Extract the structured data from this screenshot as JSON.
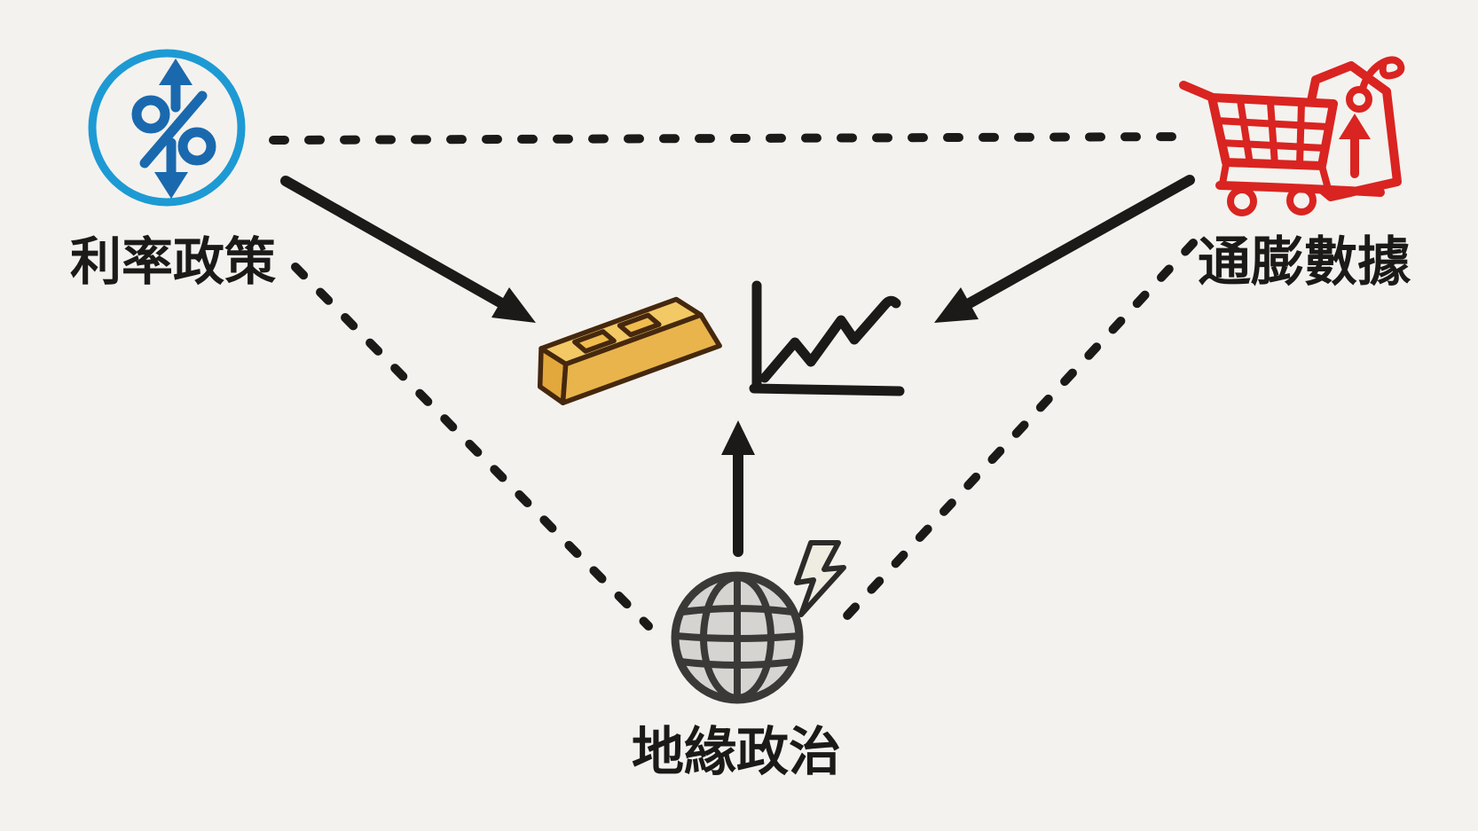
{
  "diagram": {
    "nodes": {
      "interest_rate": {
        "label": "利率政策",
        "icon": "percent-up-down-circle-icon",
        "position": "top-left"
      },
      "inflation": {
        "label": "通膨數據",
        "icon": "shopping-cart-price-tag-icon",
        "position": "top-right"
      },
      "geopolitics": {
        "label": "地緣政治",
        "icon": "globe-lightning-icon",
        "position": "bottom-center"
      },
      "gold_price": {
        "label": "",
        "icon": "gold-bar-and-rising-chart-icon",
        "position": "center"
      }
    },
    "edges": [
      {
        "from": "interest_rate",
        "to": "gold_price",
        "style": "solid-arrow"
      },
      {
        "from": "inflation",
        "to": "gold_price",
        "style": "solid-arrow"
      },
      {
        "from": "geopolitics",
        "to": "gold_price",
        "style": "solid-arrow"
      },
      {
        "from": "interest_rate",
        "to": "inflation",
        "style": "dashed-line"
      },
      {
        "from": "interest_rate",
        "to": "geopolitics",
        "style": "dashed-line"
      },
      {
        "from": "inflation",
        "to": "geopolitics",
        "style": "dashed-line"
      }
    ]
  },
  "colors": {
    "background": "#f4f2ee",
    "ink": "#1b1a18",
    "blue_ring": "#1d9ad4",
    "blue_symbol": "#1a69ae",
    "red": "#d92421",
    "gold_top": "#f2c964",
    "gold_front": "#e9b44b",
    "gold_side": "#e2a83c",
    "gold_stamp": "#f0bc4e",
    "gold_outline": "#45280e",
    "globe_fill": "#d6d4d1",
    "globe_stroke": "#3a3937",
    "bolt_fill": "#efece2",
    "bolt_stroke": "#2c2b29"
  }
}
